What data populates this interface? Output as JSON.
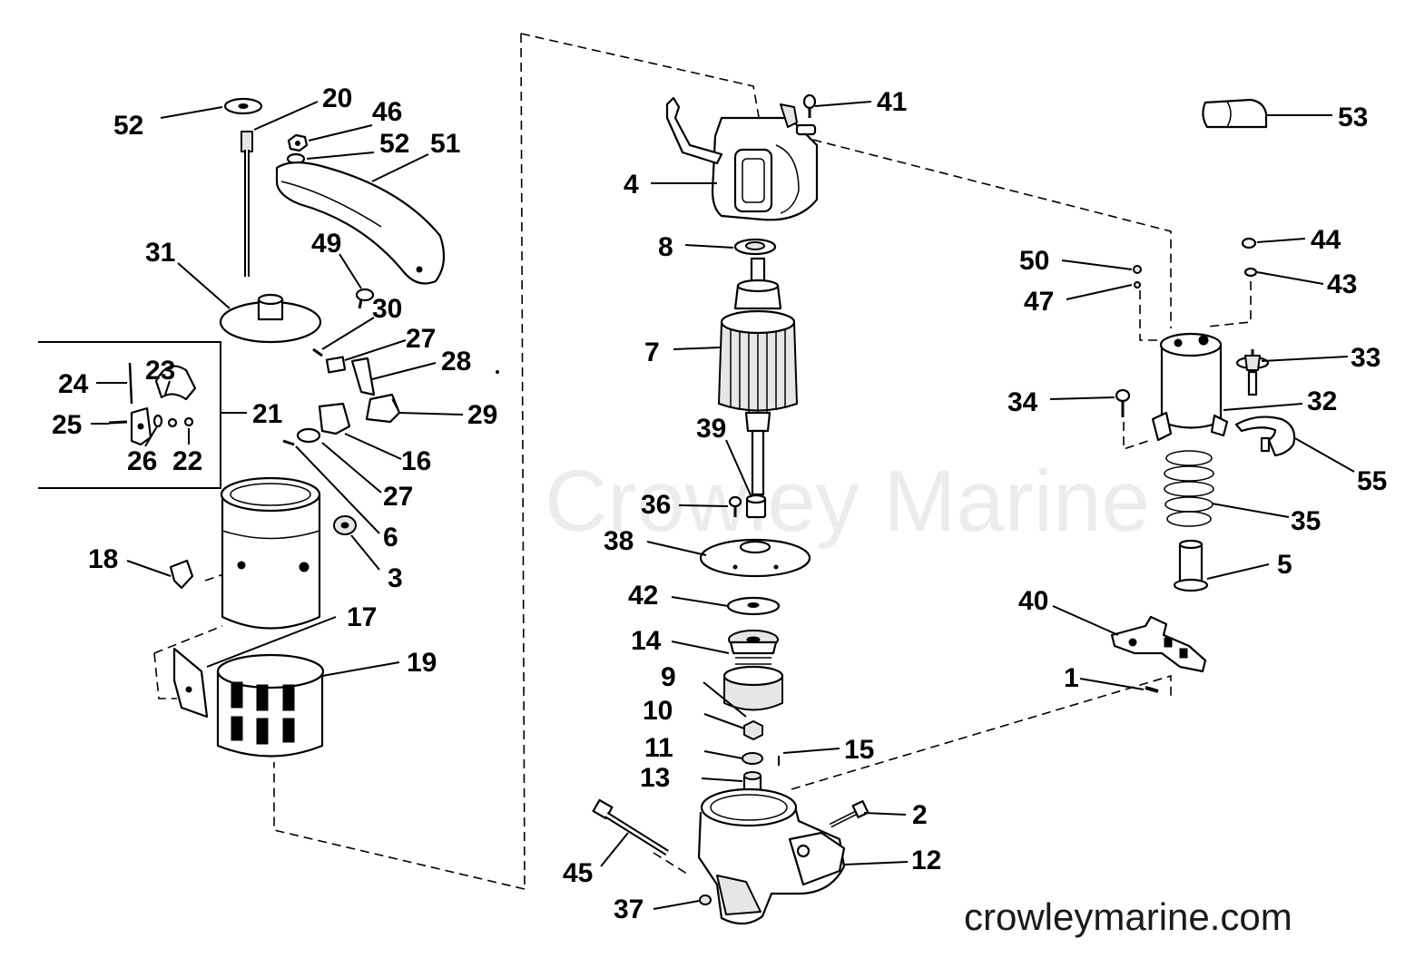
{
  "watermark": "Crowley Marine",
  "site_footer": "crowleymarine.com",
  "labels": {
    "l52a": "52",
    "l20": "20",
    "l46": "46",
    "l52b": "52",
    "l51": "51",
    "l31": "31",
    "l49": "49",
    "l30": "30",
    "l27a": "27",
    "l28": "28",
    "l24": "24",
    "l23": "23",
    "l25": "25",
    "l26": "26",
    "l22": "22",
    "l21": "21",
    "l29": "29",
    "l16": "16",
    "l27b": "27",
    "l6": "6",
    "l3": "3",
    "l18": "18",
    "l17": "17",
    "l19": "19",
    "l41": "41",
    "l4": "4",
    "l8": "8",
    "l7": "7",
    "l39": "39",
    "l36": "36",
    "l38": "38",
    "l42": "42",
    "l14": "14",
    "l9": "9",
    "l10": "10",
    "l11": "11",
    "l15": "15",
    "l13": "13",
    "l2": "2",
    "l12": "12",
    "l45": "45",
    "l37": "37",
    "l53": "53",
    "l44": "44",
    "l50": "50",
    "l43": "43",
    "l47": "47",
    "l33": "33",
    "l34": "34",
    "l32": "32",
    "l55": "55",
    "l35": "35",
    "l5": "5",
    "l40": "40",
    "l1": "1"
  }
}
